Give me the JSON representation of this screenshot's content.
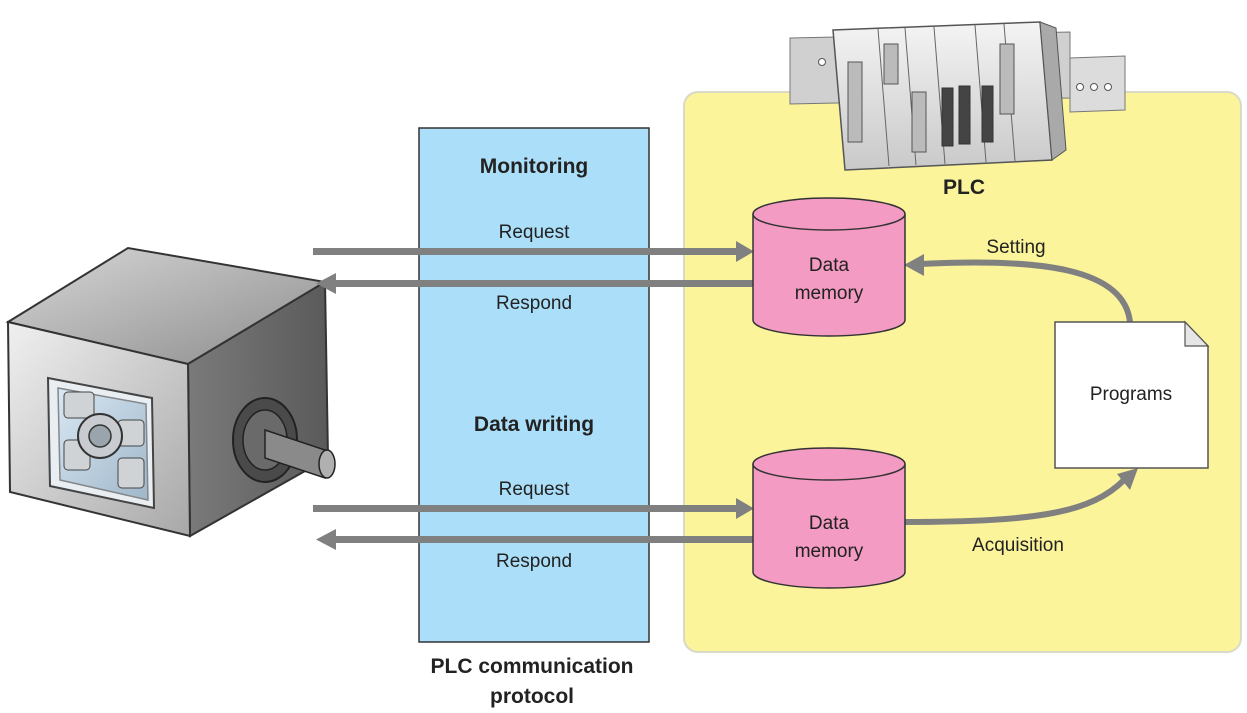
{
  "protocol": {
    "monitoring_title": "Monitoring",
    "data_writing_title": "Data writing",
    "request_label": "Request",
    "respond_label": "Respond",
    "caption_line1": "PLC communication",
    "caption_line2": "protocol"
  },
  "plc": {
    "title": "PLC",
    "memory_label_line1": "Data",
    "memory_label_line2": "memory",
    "programs_label": "Programs",
    "setting_label": "Setting",
    "acquisition_label": "Acquisition"
  },
  "colors": {
    "protocol_fill": "#abdff9",
    "plc_fill": "#fbf49b",
    "memory_fill": "#f39bc3",
    "arrow": "#808080"
  }
}
